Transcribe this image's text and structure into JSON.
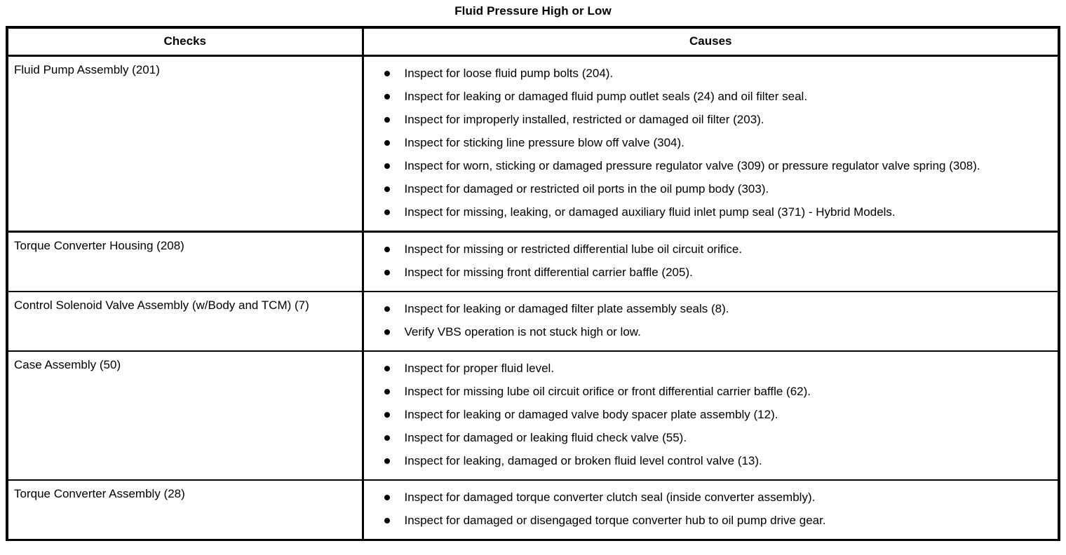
{
  "document": {
    "title": "Fluid Pressure High or Low"
  },
  "table": {
    "columns": [
      {
        "key": "checks",
        "label": "Checks"
      },
      {
        "key": "causes",
        "label": "Causes"
      }
    ],
    "rows": [
      {
        "check": "Fluid Pump Assembly (201)",
        "causes": [
          "Inspect for loose fluid pump bolts (204).",
          "Inspect for leaking or damaged fluid pump outlet seals (24) and oil filter seal.",
          "Inspect for improperly installed, restricted or damaged oil filter (203).",
          "Inspect for sticking line pressure blow off valve (304).",
          "Inspect for worn, sticking or damaged pressure regulator valve (309) or pressure regulator valve spring (308).",
          "Inspect for damaged or restricted oil ports in the oil pump body (303).",
          "Inspect for missing, leaking, or damaged auxiliary fluid inlet pump seal (371) - Hybrid Models."
        ]
      },
      {
        "check": "Torque Converter Housing (208)",
        "causes": [
          "Inspect for missing or restricted differential lube oil circuit orifice.",
          "Inspect for missing front differential carrier baffle (205)."
        ]
      },
      {
        "check": "Control Solenoid Valve Assembly (w/Body and TCM) (7)",
        "causes": [
          "Inspect for leaking or damaged filter plate assembly seals (8).",
          "Verify VBS operation is not stuck high or low."
        ]
      },
      {
        "check": "Case Assembly (50)",
        "causes": [
          "Inspect for proper fluid level.",
          "Inspect for missing lube oil circuit orifice or front differential carrier baffle (62).",
          "Inspect for leaking or damaged valve body spacer plate assembly (12).",
          "Inspect for damaged or leaking fluid check valve (55).",
          "Inspect for leaking, damaged or broken fluid level control valve (13)."
        ]
      },
      {
        "check": "Torque Converter Assembly (28)",
        "causes": [
          "Inspect for damaged torque converter clutch seal (inside converter assembly).",
          "Inspect for damaged or disengaged torque converter hub to oil pump drive gear."
        ]
      }
    ]
  },
  "colors": {
    "text": "#000000",
    "background": "#ffffff",
    "border": "#000000"
  }
}
